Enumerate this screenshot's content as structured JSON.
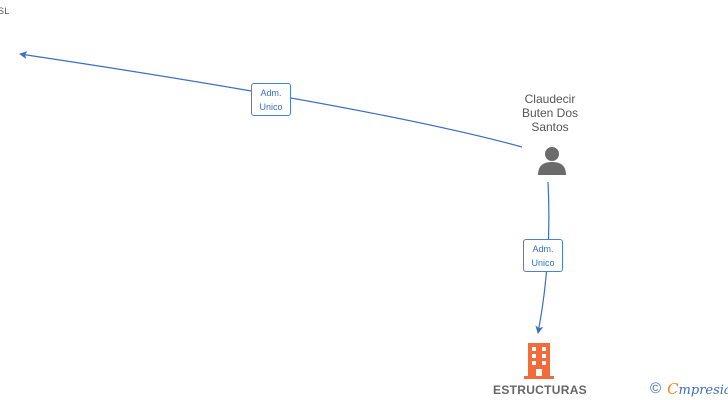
{
  "nodes": {
    "company_top_cut": "SL",
    "person": {
      "name_lines": [
        "Claudecir",
        "Buten Dos",
        "Santos"
      ]
    },
    "company_bottom": {
      "name": "ESTRUCTURAS"
    }
  },
  "relations": [
    {
      "line1": "Adm.",
      "line2": "Unico"
    },
    {
      "line1": "Adm.",
      "line2": "Unico"
    }
  ],
  "brand": {
    "copyright_symbol": "©",
    "initial": "C",
    "rest": "mpresia"
  },
  "colors": {
    "edge": "#3a6fc4",
    "person_icon": "#6b6b6b",
    "building_icon": "#f26b3a",
    "brand_blue": "#3a6fc4",
    "brand_orange": "#f08a1c"
  }
}
